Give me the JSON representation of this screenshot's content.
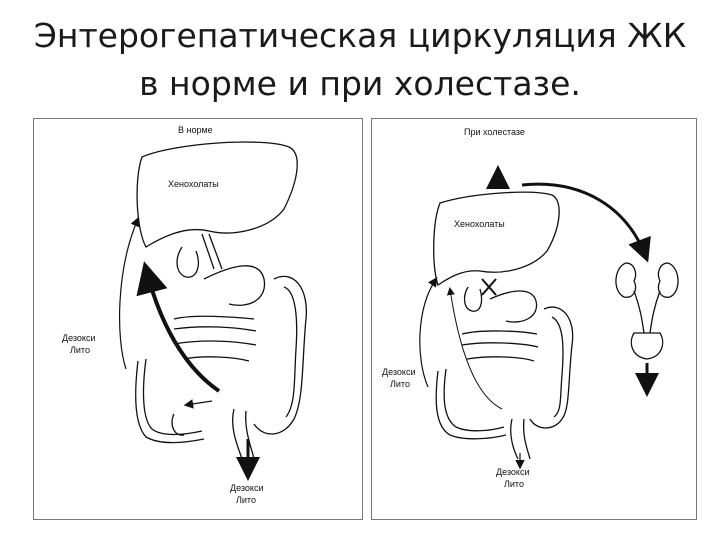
{
  "slide": {
    "title_line1": "Энтерогепатическая циркуляция ЖК",
    "title_line2": "в норме и при холестазе."
  },
  "left_panel": {
    "heading": "В норме",
    "liver_label": "Хенохолаты",
    "side_label_line1": "Дезокси",
    "side_label_line2": "Лито",
    "bottom_label_line1": "Дезокси",
    "bottom_label_line2": "Лито"
  },
  "right_panel": {
    "heading": "При холестазе",
    "liver_label": "Хенохолаты",
    "side_label_line1": "Дезокси",
    "side_label_line2": "Лито",
    "bottom_label_line1": "Дезокси",
    "bottom_label_line2": "Лито"
  },
  "colors": {
    "ink": "#111111",
    "frame": "#777777",
    "background": "#ffffff"
  }
}
